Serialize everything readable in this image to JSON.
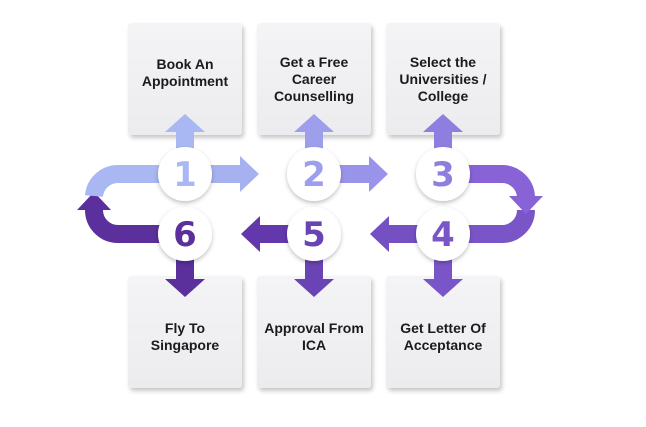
{
  "steps": [
    {
      "number": "1",
      "lines": [
        "Book An",
        "Appointment"
      ],
      "color": "#a9b8f2"
    },
    {
      "number": "2",
      "lines": [
        "Get a Free",
        "Career",
        "Counselling"
      ],
      "color": "#9d9fec"
    },
    {
      "number": "3",
      "lines": [
        "Select the",
        "Universities /",
        "College"
      ],
      "color": "#8e7ee0"
    },
    {
      "number": "4",
      "lines": [
        "Get Letter Of",
        "Acceptance"
      ],
      "color": "#7a55c7"
    },
    {
      "number": "5",
      "lines": [
        "Approval From",
        "ICA"
      ],
      "color": "#6a44b5"
    },
    {
      "number": "6",
      "lines": [
        "Fly To",
        "Singapore"
      ],
      "color": "#5b2f9c"
    }
  ]
}
